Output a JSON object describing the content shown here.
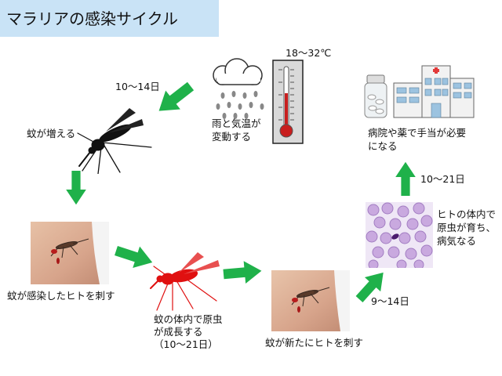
{
  "title": "マラリアの感染サイクル",
  "labels": {
    "days_1": "10～14日",
    "mosquito_increase": "蚊が増える",
    "temperature": "18～32℃",
    "weather_line1": "雨と気温が",
    "weather_line2": "変動する",
    "treatment_line1": "病院や薬で手当が必要",
    "treatment_line2": "になる",
    "days_2": "10～21日",
    "human_growth_line1": "ヒトの体内で",
    "human_growth_line2": "原虫が育ち、",
    "human_growth_line3": "病気なる",
    "days_3": "9～14日",
    "bite_infected": "蚊が感染したヒトを刺す",
    "mosq_growth_line1": "蚊の体内で原虫",
    "mosq_growth_line2": "が成長する",
    "mosq_growth_line3": "（10～21日）",
    "bite_new": "蚊が新たにヒトを刺す"
  },
  "colors": {
    "arrow": "#1fb14a",
    "title_bg": "#c9e3f6",
    "infected_mosquito": "#e01010",
    "mosquito": "#111111",
    "thermometer_red": "#c81e1e",
    "hospital_cross": "#e23a3a"
  },
  "icons": [
    "mosquito-icon",
    "rain-cloud-icon",
    "thermometer-icon",
    "medicine-bottle-icon",
    "hospital-icon",
    "blood-cells-image",
    "skin-bite-photo",
    "infected-mosquito-icon"
  ]
}
